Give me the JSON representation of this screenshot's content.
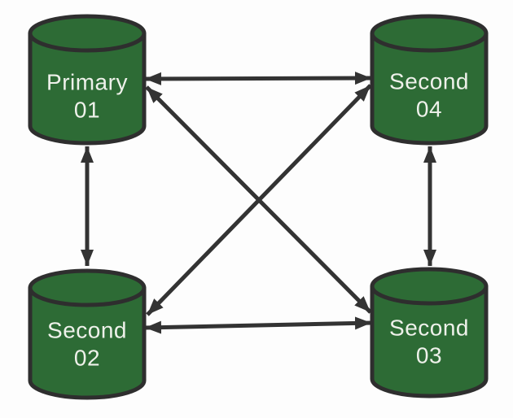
{
  "diagram": {
    "title": "replica-set-full-mesh",
    "colors": {
      "background": "#fdfdfd",
      "node_fill": "#2d6b35",
      "node_stroke": "#2e2e2e",
      "arrow": "#333333",
      "label": "#eef1ea"
    },
    "nodes": [
      {
        "id": "primary-01",
        "line1": "Primary",
        "line2": "01",
        "role": "primary",
        "position": "top-left"
      },
      {
        "id": "second-04",
        "line1": "Second",
        "line2": "04",
        "role": "secondary",
        "position": "top-right"
      },
      {
        "id": "second-02",
        "line1": "Second",
        "line2": "02",
        "role": "secondary",
        "position": "bottom-left"
      },
      {
        "id": "second-03",
        "line1": "Second",
        "line2": "03",
        "role": "secondary",
        "position": "bottom-right"
      }
    ],
    "connections": [
      {
        "from": "primary-01",
        "to": "second-04",
        "bidirectional": true,
        "kind": "horizontal-top"
      },
      {
        "from": "second-02",
        "to": "second-03",
        "bidirectional": true,
        "kind": "horizontal-bottom"
      },
      {
        "from": "primary-01",
        "to": "second-02",
        "bidirectional": true,
        "kind": "vertical-left"
      },
      {
        "from": "second-04",
        "to": "second-03",
        "bidirectional": true,
        "kind": "vertical-right"
      },
      {
        "from": "primary-01",
        "to": "second-03",
        "bidirectional": true,
        "kind": "diagonal"
      },
      {
        "from": "second-04",
        "to": "second-02",
        "bidirectional": true,
        "kind": "diagonal"
      }
    ]
  }
}
